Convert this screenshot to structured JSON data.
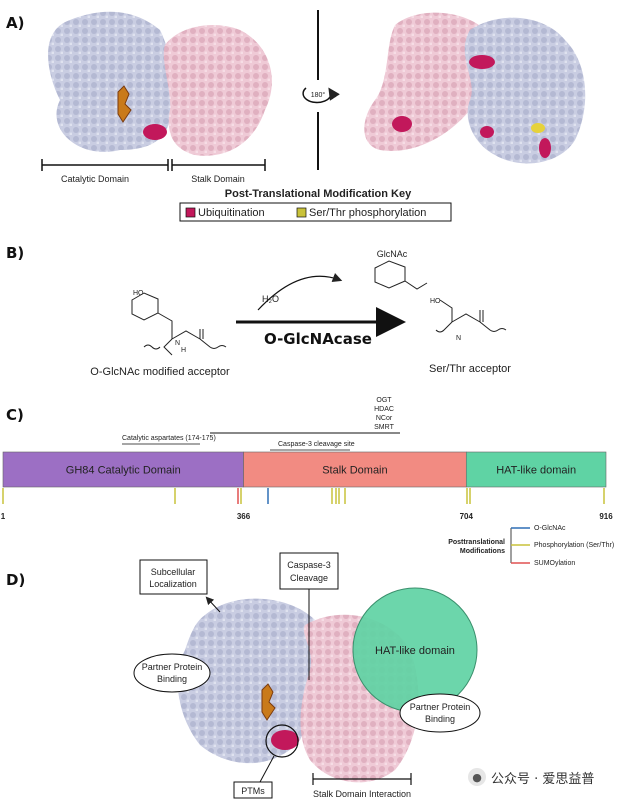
{
  "panels": {
    "a": {
      "label": "A)",
      "rotation_text": "180°",
      "catalytic_label": "Catalytic Domain",
      "stalk_label": "Stalk Domain",
      "key_title": "Post-Translational Modification Key",
      "key_items": [
        {
          "label": "Ubiquitination",
          "color": "#c2185b"
        },
        {
          "label": "Ser/Thr phosphorylation",
          "color": "#c9c23a"
        }
      ]
    },
    "b": {
      "label": "B)",
      "glcnac": "GlcNAc",
      "water": "H₂O",
      "enzyme": "O-GlcNAcase",
      "substrate": "O-GlcNAc modified acceptor",
      "product": "Ser/Thr acceptor"
    },
    "c": {
      "label": "C)",
      "binding_partners": [
        "OGT",
        "HDAC",
        "NCor",
        "SMRT"
      ],
      "aspartates": "Catalytic aspartates (174-175)",
      "caspase_site": "Caspase-3 cleavage site",
      "domains": [
        {
          "label": "GH84 Catalytic Domain",
          "start": 1,
          "end": 366,
          "color": "#9c6fc4"
        },
        {
          "label": "Stalk Domain",
          "start": 366,
          "end": 704,
          "color": "#f28b82"
        },
        {
          "label": "HAT-like domain",
          "start": 704,
          "end": 916,
          "color": "#5fd3a4"
        }
      ],
      "positions": [
        "1",
        "366",
        "704",
        "916"
      ],
      "ptm_legend_title": "Posttranslational Modifications",
      "ptm_legend": [
        {
          "label": "O-GlcNAc",
          "color": "#2f6fb5"
        },
        {
          "label": "Phosphorylation (Ser/Thr)",
          "color": "#c9c23a"
        },
        {
          "label": "SUMOylation",
          "color": "#e05050"
        }
      ]
    },
    "d": {
      "label": "D)",
      "subcellular": [
        "Subcellular",
        "Localization"
      ],
      "caspase": [
        "Caspase-3",
        "Cleavage"
      ],
      "partner_left": [
        "Partner Protein",
        "Binding"
      ],
      "partner_right": [
        "Partner Protein",
        "Binding"
      ],
      "hat": "HAT-like domain",
      "ptms": "PTMs",
      "stalk_interaction": "Stalk Domain Interaction"
    }
  },
  "watermark": {
    "text": "公众号 · 爱思益普"
  },
  "colors": {
    "catalytic_surface": "#c9cde2",
    "stalk_surface": "#efcad6",
    "ubiquitination": "#c2185b",
    "phosphorylation": "#e6d23a",
    "hat_circle": "#5fd3a4"
  }
}
